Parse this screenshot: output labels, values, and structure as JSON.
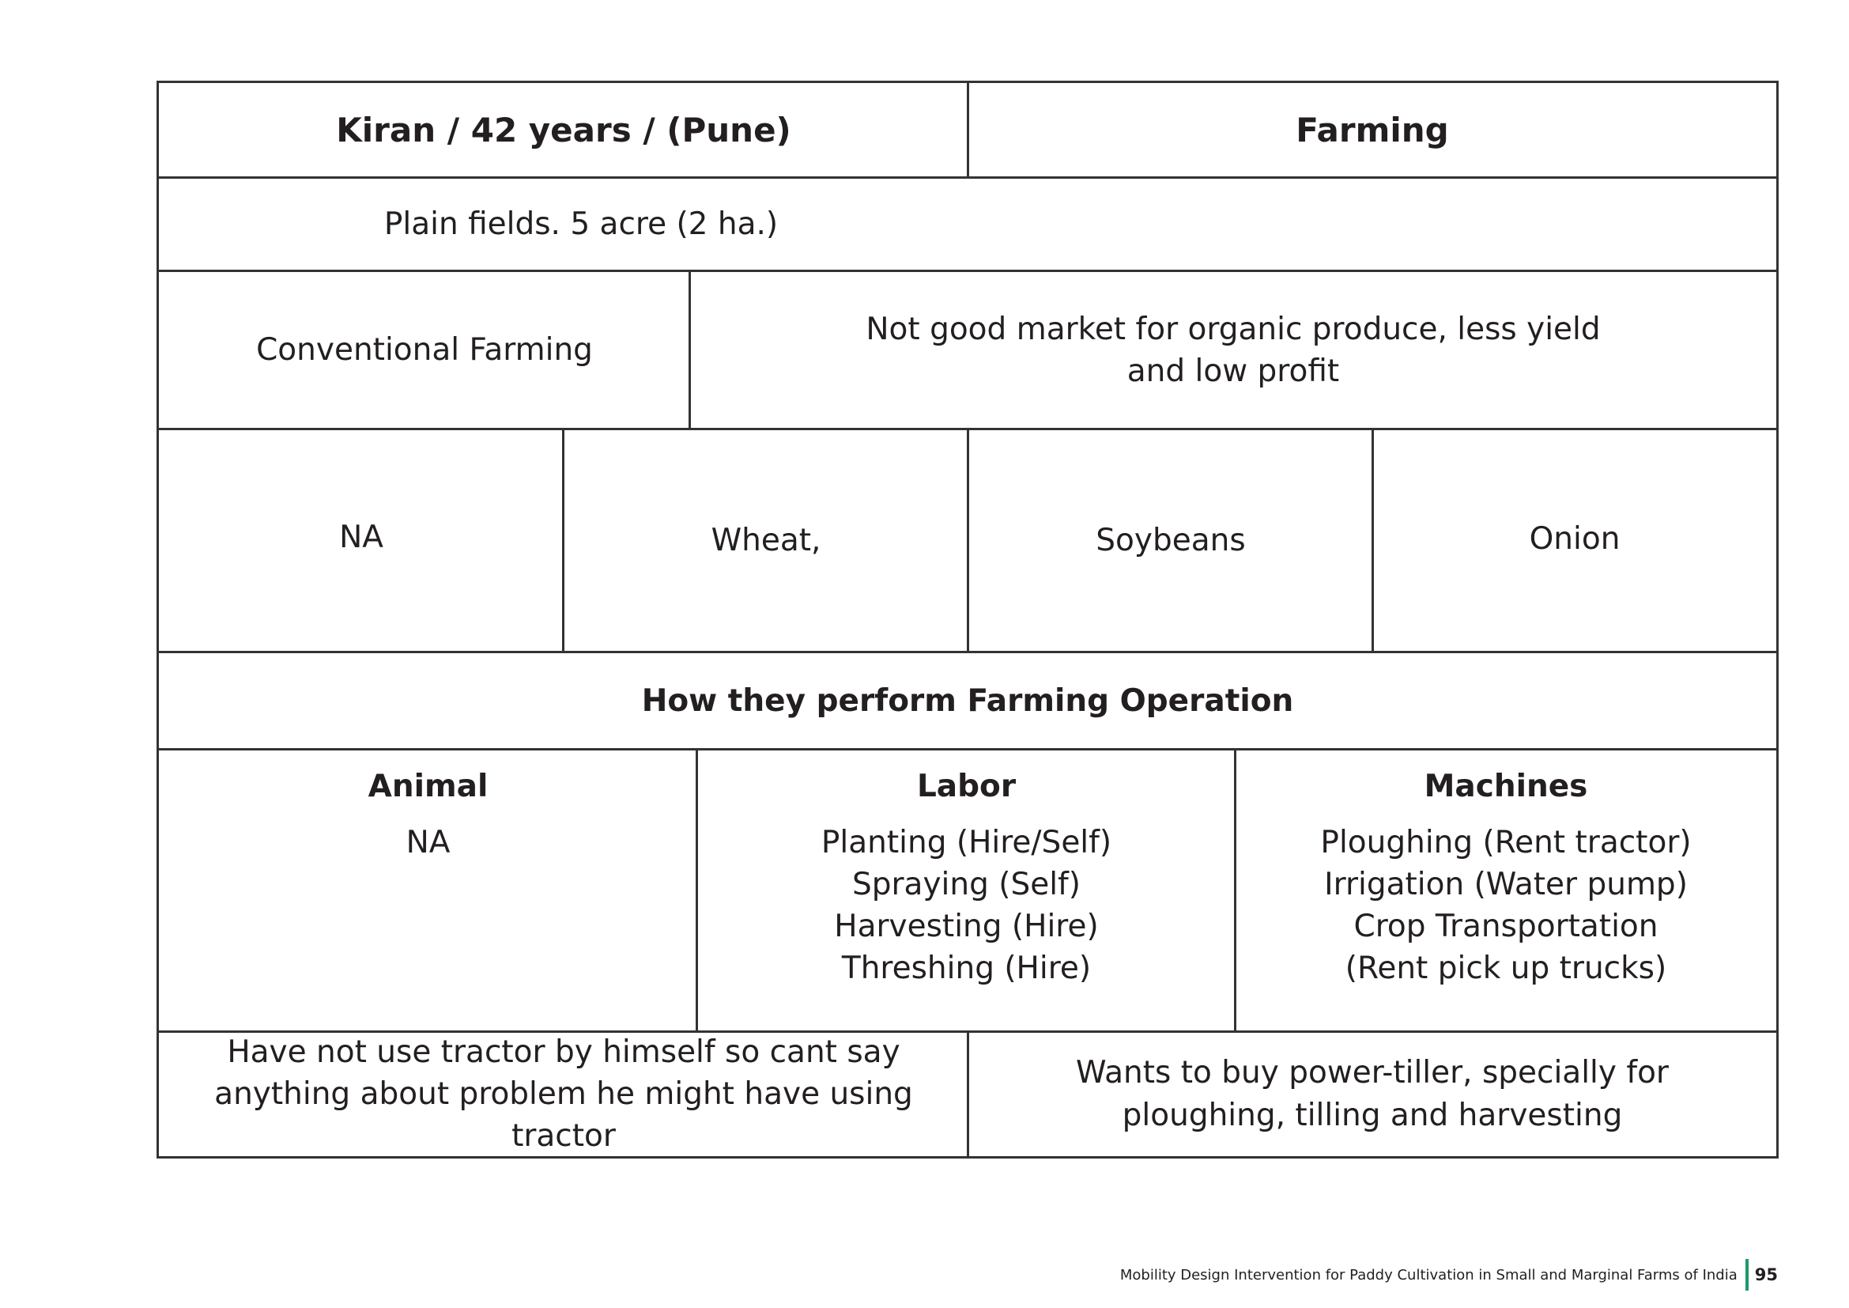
{
  "profile": {
    "name_line": "Kiran / 42 years / (Pune)",
    "occupation": "Farming"
  },
  "land": "Plain fields. 5 acre (2 ha.)",
  "practice": {
    "type": "Conventional Farming",
    "reason": "Not good market for organic produce, less yield and low profit"
  },
  "crops": [
    "NA",
    "Wheat,",
    "Soybeans",
    "Onion"
  ],
  "operations": {
    "title": "How they perform Farming Operation",
    "columns": [
      {
        "heading": "Animal",
        "items": [
          "NA"
        ]
      },
      {
        "heading": "Labor",
        "items": [
          "Planting (Hire/Self)",
          "Spraying (Self)",
          "Harvesting (Hire)",
          "Threshing (Hire)"
        ]
      },
      {
        "heading": "Machines",
        "items": [
          "Ploughing (Rent tractor)",
          "Irrigation (Water pump)",
          "Crop Transportation",
          "(Rent pick up trucks)"
        ]
      }
    ]
  },
  "remarks": {
    "problems": "Have not use tractor by himself so cant say anything about problem he might have using tractor",
    "wants": "Wants to buy power-tiller, specially for ploughing, tilling and harvesting"
  },
  "footer": {
    "title": "Mobility Design Intervention for Paddy Cultivation in Small and Marginal Farms of India",
    "page_number": "95"
  }
}
